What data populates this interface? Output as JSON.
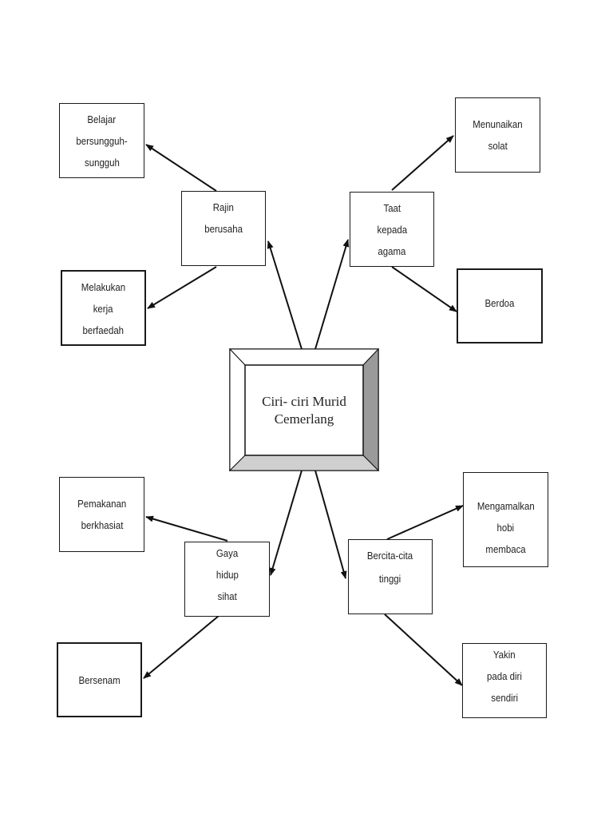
{
  "diagram": {
    "type": "mind-map",
    "center": {
      "lines": [
        "Ciri- ciri Murid",
        "Cemerlang"
      ]
    },
    "colors": {
      "line": "#111111",
      "bevel_top": "#ffffff",
      "bevel_left": "#ffffff",
      "bevel_right": "#9a9a9a",
      "bevel_bottom": "#cfcfcf",
      "text": "#222222"
    },
    "branches": [
      {
        "id": "rajin-berusaha",
        "lines": [
          "Rajin",
          "berusaha"
        ],
        "children": [
          {
            "id": "belajar",
            "lines": [
              "Belajar",
              "bersungguh-",
              "sungguh"
            ]
          },
          {
            "id": "melakukan",
            "lines": [
              "Melakukan",
              "kerja",
              "berfaedah"
            ]
          }
        ]
      },
      {
        "id": "taat-agama",
        "lines": [
          "Taat",
          "kepada",
          "agama"
        ],
        "children": [
          {
            "id": "menunaikan",
            "lines": [
              "Menunaikan",
              "solat"
            ]
          },
          {
            "id": "berdoa",
            "lines": [
              "Berdoa"
            ]
          }
        ]
      },
      {
        "id": "gaya-hidup",
        "lines": [
          "Gaya",
          "hidup",
          "sihat"
        ],
        "children": [
          {
            "id": "pemakanan",
            "lines": [
              "Pemakanan",
              "berkhasiat"
            ]
          },
          {
            "id": "bersenam",
            "lines": [
              "Bersenam"
            ]
          }
        ]
      },
      {
        "id": "bercita-cita",
        "lines": [
          "Bercita-cita",
          "tinggi"
        ],
        "children": [
          {
            "id": "mengamalkan",
            "lines": [
              "Mengamalkan",
              "hobi",
              "membaca"
            ]
          },
          {
            "id": "yakin",
            "lines": [
              "Yakin",
              "pada diri",
              "sendiri"
            ]
          }
        ]
      }
    ]
  }
}
